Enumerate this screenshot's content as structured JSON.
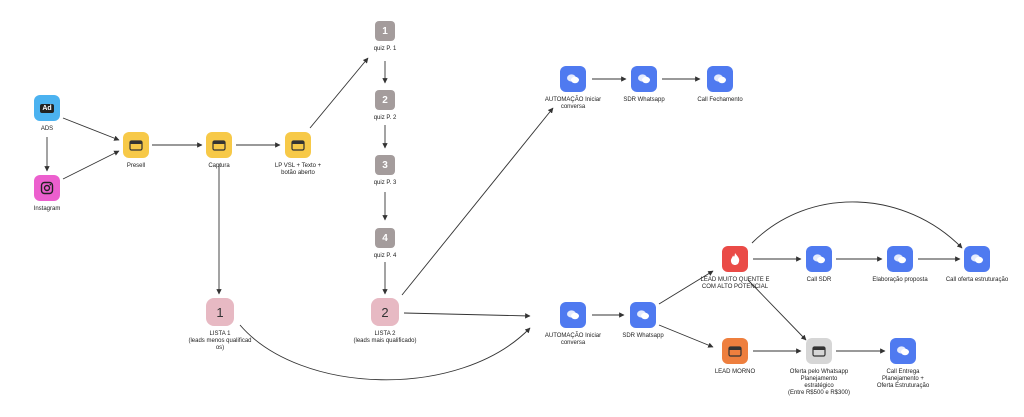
{
  "colors": {
    "ads": "#4BB2F0",
    "instagram": "#EC5FCE",
    "yellow": "#F7C948",
    "blue": "#4F7AF0",
    "red": "#EA4B47",
    "orange": "#EE7F3E",
    "gray": "#D6D6D6",
    "pink": "#E7B9C3",
    "quizTile": "#A49C9C",
    "quizBg": "#F6F2F2",
    "edge": "#333333"
  },
  "nodes": {
    "ads": {
      "icon_text": "Ad",
      "label": "ADS"
    },
    "instagram": {
      "label": "Instagram"
    },
    "presell": {
      "label": "Presell"
    },
    "captura": {
      "label": "Captura"
    },
    "lp": {
      "label": "LP VSL + Texto +\nbotão aberto"
    },
    "quiz1": {
      "num": "1",
      "label": "quiz P. 1"
    },
    "quiz2": {
      "num": "2",
      "label": "quiz P. 2"
    },
    "quiz3": {
      "num": "3",
      "label": "quiz P. 3"
    },
    "quiz4": {
      "num": "4",
      "label": "quiz P. 4"
    },
    "lista1": {
      "num": "1",
      "label": "LISTA 1\n(leads menos qualificad\nos)"
    },
    "lista2": {
      "num": "2",
      "label": "LISTA 2\n(leads mais qualificado)"
    },
    "auto_top": {
      "label": "AUTOMAÇÃO Iniciar\nconversa"
    },
    "sdr_top": {
      "label": "SDR Whatsapp"
    },
    "call_fech": {
      "label": "Call Fechamento"
    },
    "auto_bot": {
      "label": "AUTOMAÇÃO Iniciar\nconversa"
    },
    "sdr_bot": {
      "label": "SDR Whatsapp"
    },
    "lead_quente": {
      "label": "LEAD MUITO QUENTE E\nCOM ALTO POTENCIAL"
    },
    "call_sdr": {
      "label": "Call SDR"
    },
    "elaboracao": {
      "label": "Elaboração proposta"
    },
    "call_oferta": {
      "label": "Call oferta estruturação"
    },
    "lead_morno": {
      "label": "LEAD MORNO"
    },
    "oferta_whats": {
      "label": "Oferta pelo Whatsapp\nPlanejamento\nestratégico\n(Entre R$500 e R$300)"
    },
    "call_entrega": {
      "label": "Call Entrega\nPlanejamento +\nOferta Estruturação"
    }
  }
}
